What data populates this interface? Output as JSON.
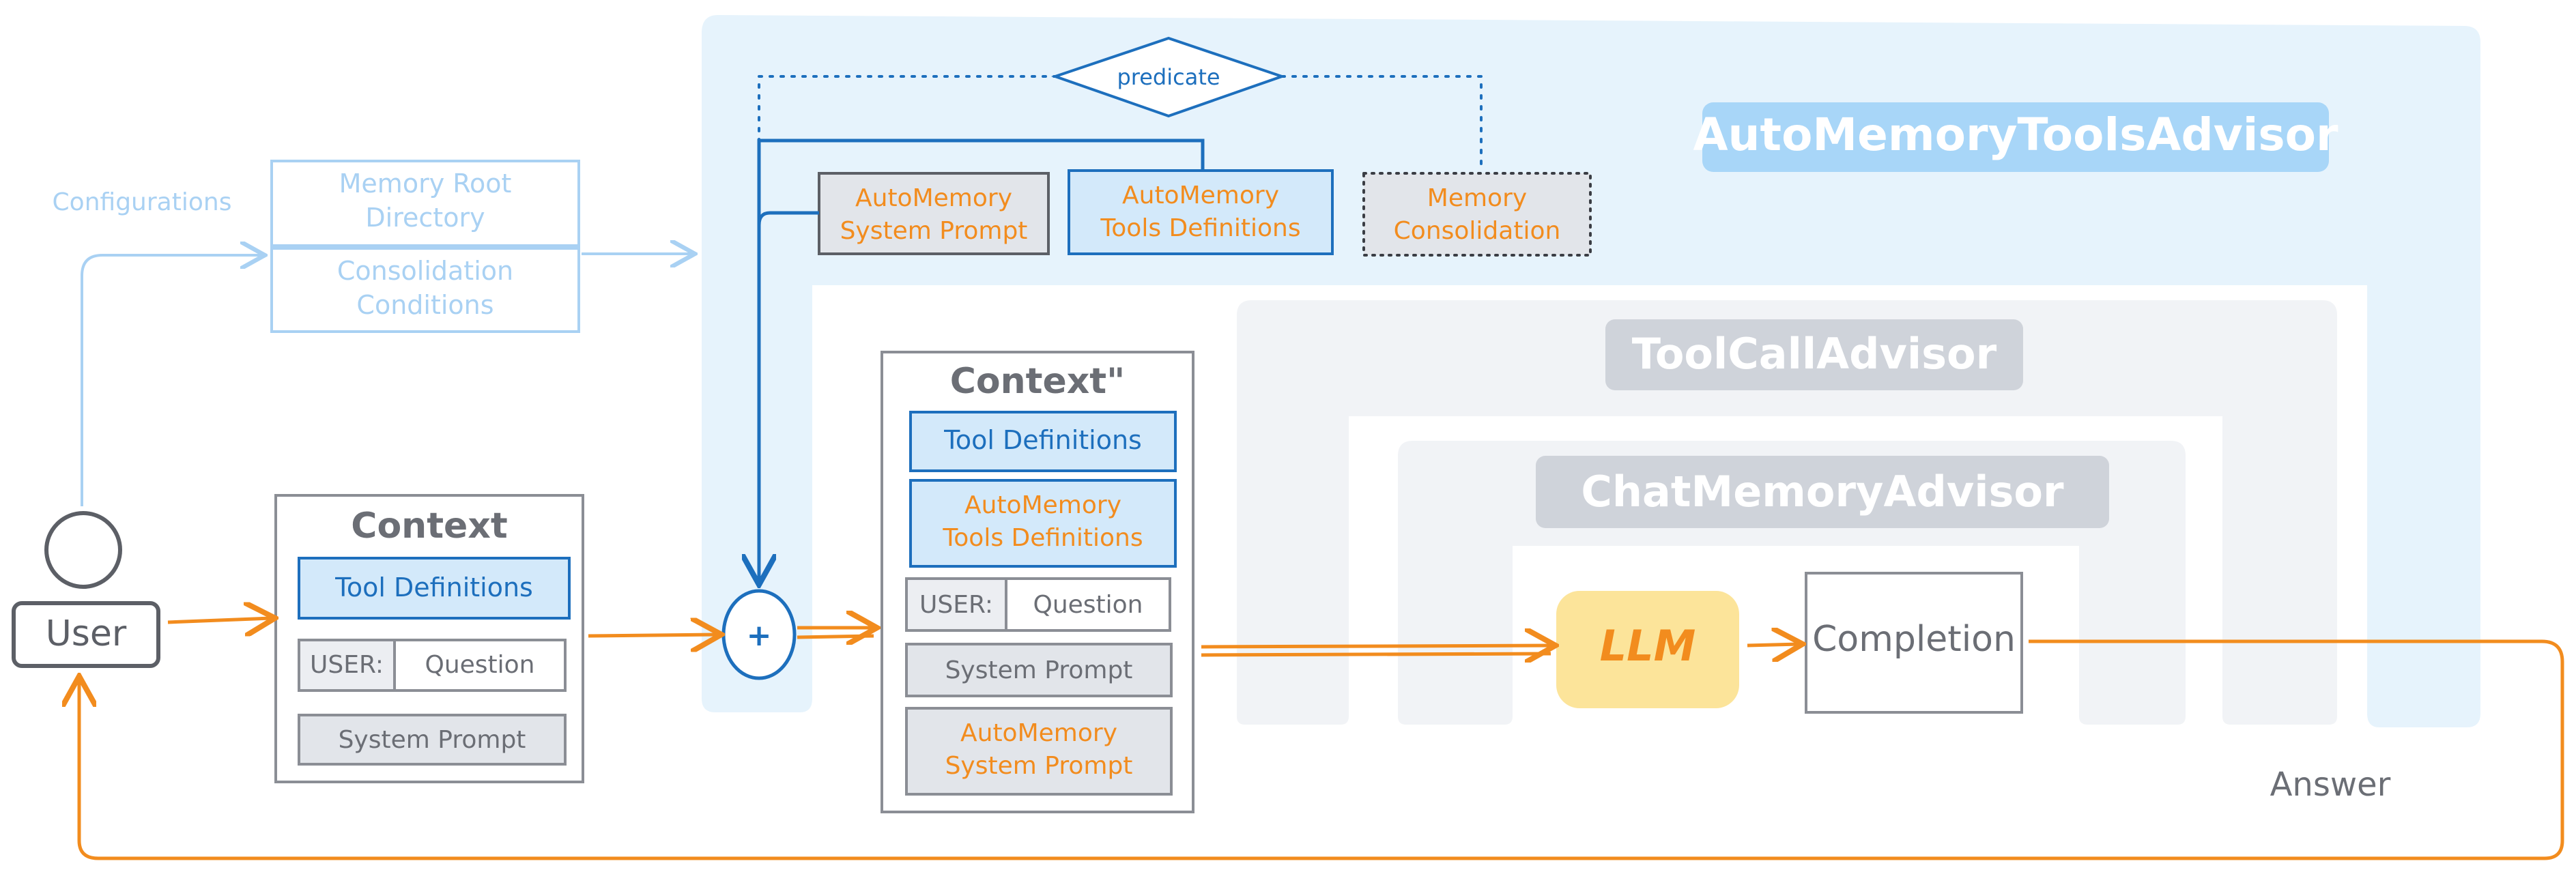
{
  "panels": {
    "outer_title": "AutoMemoryToolsAdvisor",
    "middle_title": "ToolCallAdvisor",
    "inner_title": "ChatMemoryAdvisor"
  },
  "top": {
    "predicate": "predicate",
    "sys_prompt": [
      "AutoMemory",
      "System Prompt"
    ],
    "tools_defs": [
      "AutoMemory",
      "Tools Definitions"
    ],
    "consolidation": [
      "Memory",
      "Consolidation"
    ]
  },
  "config": {
    "label": "Configurations",
    "memory_root": [
      "Memory Root",
      "Directory"
    ],
    "consolidation_conditions": [
      "Consolidation",
      "Conditions"
    ]
  },
  "user": {
    "label": "User"
  },
  "context": {
    "title": "Context",
    "tool_definitions": "Tool Definitions",
    "user_label": "USER:",
    "question": "Question",
    "system_prompt": "System Prompt"
  },
  "merge": {
    "symbol": "+"
  },
  "context2": {
    "title": "Context\"",
    "tool_definitions": "Tool Definitions",
    "automem_tools": [
      "AutoMemory",
      "Tools Definitions"
    ],
    "user_label": "USER:",
    "question": "Question",
    "system_prompt": "System Prompt",
    "automem_prompt": [
      "AutoMemory",
      "System Prompt"
    ]
  },
  "llm": {
    "label": "LLM"
  },
  "completion": {
    "label": "Completion"
  },
  "answer": {
    "label": "Answer"
  },
  "colors": {
    "orange": "#f28c1e",
    "blue": "#1d6fbd",
    "light_blue": "#a9d1f3",
    "panel_blue": "#e6f3fc",
    "panel_gray": "#f1f3f6",
    "chip_gray": "#cfd3da",
    "gray_text": "#6b6e75",
    "llm_yellow": "#fce49a"
  }
}
